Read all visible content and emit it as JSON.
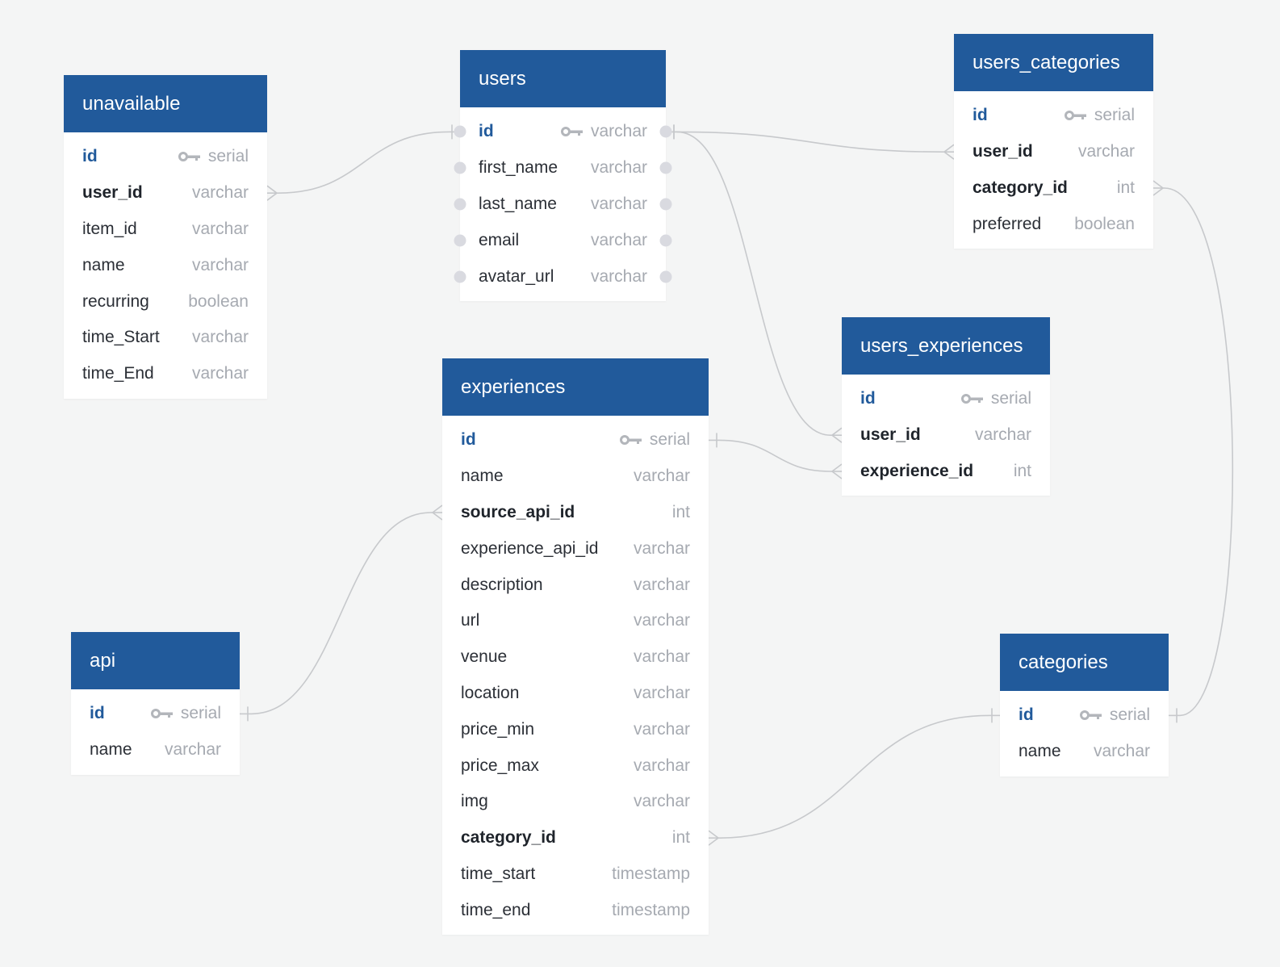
{
  "colors": {
    "background": "#f4f5f5",
    "header": "#215a9b",
    "header_text": "#ffffff",
    "primary_key": "#215a9b",
    "field": "#2b2f36",
    "type": "#a6aab1",
    "connector": "#c7c9cc"
  },
  "tables": [
    {
      "id": "unavailable",
      "name": "unavailable",
      "fields": [
        {
          "name": "id",
          "type": "serial",
          "pk": true
        },
        {
          "name": "user_id",
          "type": "varchar",
          "fk": true
        },
        {
          "name": "item_id",
          "type": "varchar"
        },
        {
          "name": "name",
          "type": "varchar"
        },
        {
          "name": "recurring",
          "type": "boolean"
        },
        {
          "name": "time_Start",
          "type": "varchar"
        },
        {
          "name": "time_End",
          "type": "varchar"
        }
      ]
    },
    {
      "id": "users",
      "name": "users",
      "dots": true,
      "fields": [
        {
          "name": "id",
          "type": "varchar",
          "pk": true
        },
        {
          "name": "first_name",
          "type": "varchar"
        },
        {
          "name": "last_name",
          "type": "varchar"
        },
        {
          "name": "email",
          "type": "varchar"
        },
        {
          "name": "avatar_url",
          "type": "varchar"
        }
      ]
    },
    {
      "id": "users_categories",
      "name": "users_categories",
      "fields": [
        {
          "name": "id",
          "type": "serial",
          "pk": true
        },
        {
          "name": "user_id",
          "type": "varchar",
          "fk": true
        },
        {
          "name": "category_id",
          "type": "int",
          "fk": true
        },
        {
          "name": "preferred",
          "type": "boolean"
        }
      ]
    },
    {
      "id": "users_experiences",
      "name": "users_experiences",
      "fields": [
        {
          "name": "id",
          "type": "serial",
          "pk": true
        },
        {
          "name": "user_id",
          "type": "varchar",
          "fk": true
        },
        {
          "name": "experience_id",
          "type": "int",
          "fk": true
        }
      ]
    },
    {
      "id": "experiences",
      "name": "experiences",
      "fields": [
        {
          "name": "id",
          "type": "serial",
          "pk": true
        },
        {
          "name": "name",
          "type": "varchar"
        },
        {
          "name": "source_api_id",
          "type": "int",
          "fk": true
        },
        {
          "name": "experience_api_id",
          "type": "varchar"
        },
        {
          "name": "description",
          "type": "varchar"
        },
        {
          "name": "url",
          "type": "varchar"
        },
        {
          "name": "venue",
          "type": "varchar"
        },
        {
          "name": "location",
          "type": "varchar"
        },
        {
          "name": "price_min",
          "type": "varchar"
        },
        {
          "name": "price_max",
          "type": "varchar"
        },
        {
          "name": "img",
          "type": "varchar"
        },
        {
          "name": "category_id",
          "type": "int",
          "fk": true
        },
        {
          "name": "time_start",
          "type": "timestamp"
        },
        {
          "name": "time_end",
          "type": "timestamp"
        }
      ]
    },
    {
      "id": "api",
      "name": "api",
      "fields": [
        {
          "name": "id",
          "type": "serial",
          "pk": true
        },
        {
          "name": "name",
          "type": "varchar"
        }
      ]
    },
    {
      "id": "categories",
      "name": "categories",
      "fields": [
        {
          "name": "id",
          "type": "serial",
          "pk": true
        },
        {
          "name": "name",
          "type": "varchar"
        }
      ]
    }
  ],
  "relationships": [
    {
      "from": "unavailable.user_id",
      "to": "users.id",
      "kind": "many-to-one"
    },
    {
      "from": "users_categories.user_id",
      "to": "users.id",
      "kind": "many-to-one"
    },
    {
      "from": "users_experiences.user_id",
      "to": "users.id",
      "kind": "many-to-one"
    },
    {
      "from": "users_experiences.experience_id",
      "to": "experiences.id",
      "kind": "many-to-one"
    },
    {
      "from": "experiences.source_api_id",
      "to": "api.id",
      "kind": "many-to-one"
    },
    {
      "from": "experiences.category_id",
      "to": "categories.id",
      "kind": "many-to-one"
    },
    {
      "from": "users_categories.category_id",
      "to": "categories.id",
      "kind": "many-to-one"
    }
  ]
}
